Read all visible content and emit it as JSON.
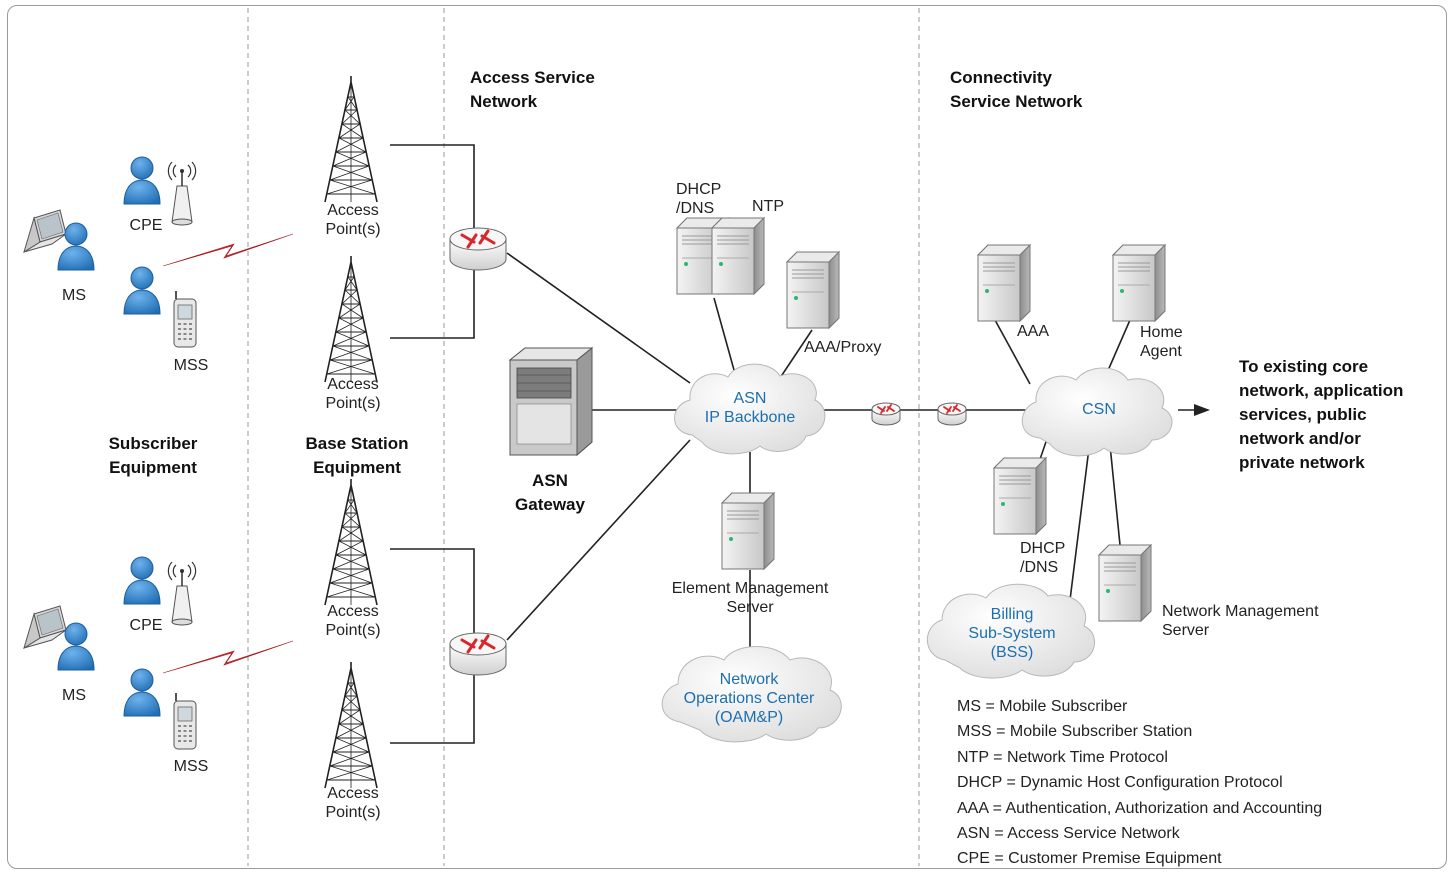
{
  "zones": {
    "subscriber": "Subscriber\nEquipment",
    "base_station": "Base Station\nEquipment",
    "asn": "Access Service\nNetwork",
    "csn": "Connectivity\nService Network"
  },
  "devices": {
    "cpe": "CPE",
    "ms": "MS",
    "mss": "MSS",
    "access_point": "Access\nPoint(s)",
    "asn_gateway": "ASN\nGateway",
    "dhcp_dns": "DHCP\n/DNS",
    "ntp": "NTP",
    "aaa_proxy": "AAA/Proxy",
    "element_mgmt": "Element Management\nServer",
    "aaa": "AAA",
    "home_agent": "Home\nAgent",
    "network_mgmt": "Network Management\nServer"
  },
  "clouds": {
    "asn_backbone": "ASN\nIP Backbone",
    "noc": "Network\nOperations Center\n(OAM&P)",
    "csn": "CSN",
    "bss": "Billing\nSub-System\n(BSS)"
  },
  "destination": "To existing core\nnetwork, application\nservices, public\nnetwork and/or\nprivate network",
  "legend": [
    "MS = Mobile Subscriber",
    "MSS = Mobile Subscriber Station",
    "NTP = Network Time Protocol",
    "DHCP = Dynamic Host Configuration Protocol",
    "AAA = Authentication, Authorization and Accounting",
    "ASN = Access Service Network",
    "CPE = Customer Premise Equipment"
  ],
  "colors": {
    "cloud_text": "#1c6fb1",
    "person": "#2e7fc6",
    "wireless_link": "#d9262c",
    "router_arrows": "#d9262c"
  }
}
